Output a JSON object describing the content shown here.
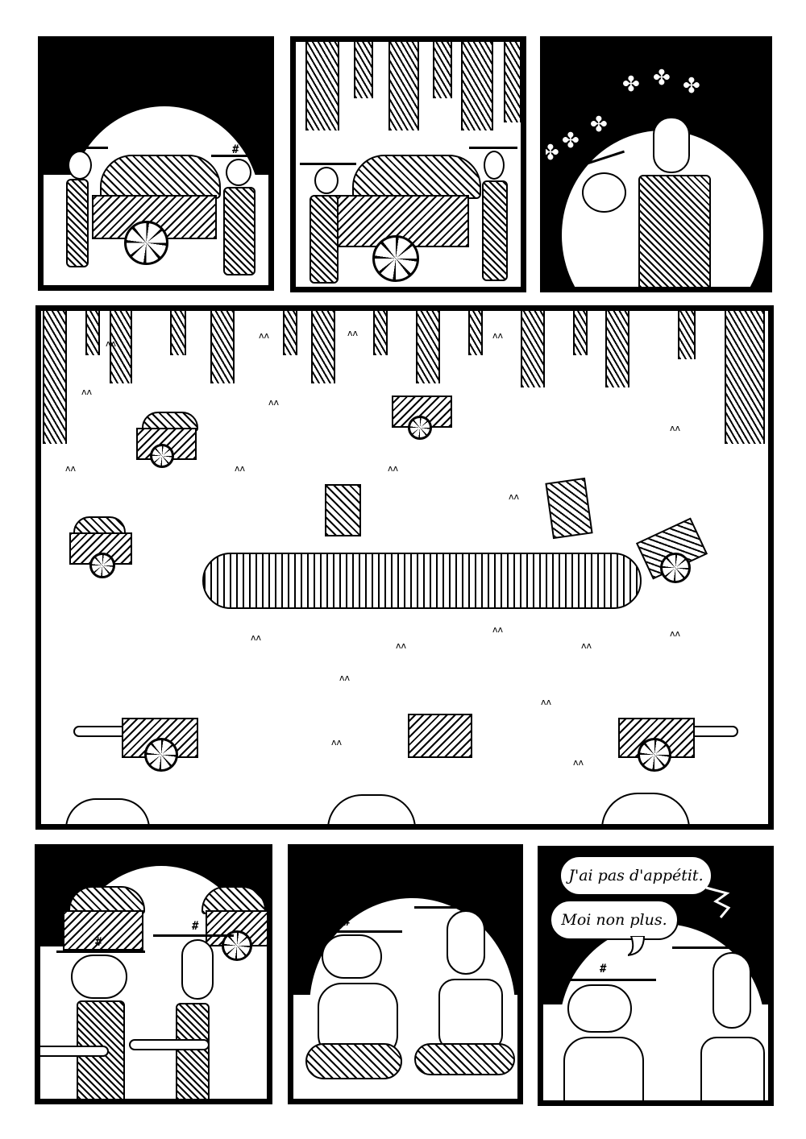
{
  "page": {
    "type": "comic-page",
    "background": "#ffffff",
    "ink": "#000000"
  },
  "panels": [
    {
      "id": 1,
      "scene": "two-men-pulling-cart",
      "background": "dark-with-white-glow"
    },
    {
      "id": 2,
      "scene": "cart-in-forest-wheel-broken",
      "background": "forest"
    },
    {
      "id": 3,
      "scene": "men-swearing-clover-curses",
      "background": "dark-with-white-glow",
      "symbols": [
        "✤",
        "✤",
        "✤",
        "✤",
        "✤",
        "✤"
      ]
    },
    {
      "id": 4,
      "scene": "forest-clearing-carts-dumping-into-pit",
      "background": "forest-clearing"
    },
    {
      "id": 5,
      "scene": "two-men-carrying-poles",
      "background": "dark-with-white-glow"
    },
    {
      "id": 6,
      "scene": "two-men-sitting-holding-food",
      "background": "dark-with-white-glow"
    },
    {
      "id": 7,
      "scene": "two-men-talking",
      "background": "dark-with-white-glow"
    }
  ],
  "dialogue": {
    "bubble_1": "J'ai pas d'appétit.",
    "bubble_2": "Moi non plus."
  },
  "hat_badge": "#",
  "grass_glyph": "ᴧᴧ"
}
